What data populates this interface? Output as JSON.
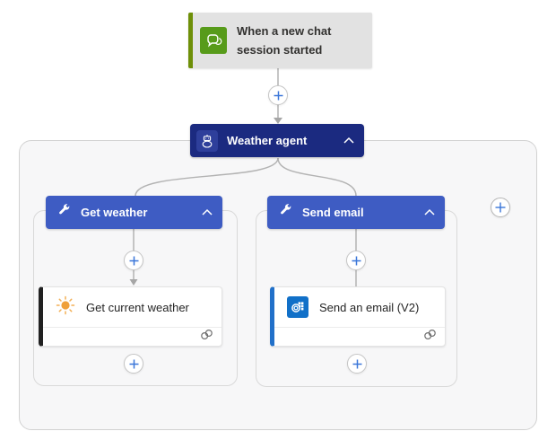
{
  "app": "flow-designer",
  "trigger": {
    "title": "When a new chat session started",
    "line1": "When a new chat",
    "line2": "session started",
    "icon": "chat-bubbles-icon"
  },
  "agent": {
    "label": "Weather agent",
    "icon": "robot-icon",
    "collapse_glyph": "chevron-up"
  },
  "branches": [
    {
      "header_label": "Get weather",
      "header_icon": "wrench-icon",
      "action": {
        "title": "Get current weather",
        "icon": "sun-icon",
        "footer_icon": "linked-rings-icon"
      }
    },
    {
      "header_label": "Send email",
      "header_icon": "wrench-icon",
      "action": {
        "title": "Send an email (V2)",
        "icon": "outlook-icon",
        "footer_icon": "linked-rings-icon"
      }
    }
  ],
  "buttons": {
    "insert_step_label": "+",
    "add_branch_label": "+"
  },
  "colors": {
    "trigger_bg": "#e2e2e2",
    "trigger_accent_green": "#6e8f08",
    "trigger_icon_green": "#579b1a",
    "agent_navy": "#1b2a80",
    "tool_header_blue": "#3e5cc3",
    "action_accent_black": "#212121",
    "action_accent_blue": "#2170c9",
    "outlook_blue": "#1170c8",
    "sun_orange": "#efa03a",
    "plus_blue": "#3b76d9",
    "connector_gray": "#b3b3b3",
    "scope_bg": "#f7f7f8"
  }
}
